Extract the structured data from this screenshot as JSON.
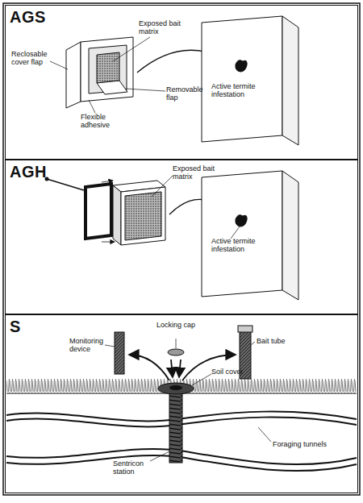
{
  "diagram": {
    "nodes": [
      {
        "text": [
          "AGS"
        ]
      },
      {
        "text": [
          "AGH"
        ]
      },
      {
        "text": [
          "S"
        ]
      }
    ],
    "labels": [
      "Exposed bait matrix",
      "Reclosable cover flap",
      "Removable flap",
      "Flexible adhesive",
      "Active termite infestation",
      "Exposed bait matrix",
      "Active termite infestation",
      "Locking cap",
      "Monitoring device",
      "Bait tube",
      "Soil cover",
      "Foraging tunnels",
      "Sentricon station"
    ]
  }
}
